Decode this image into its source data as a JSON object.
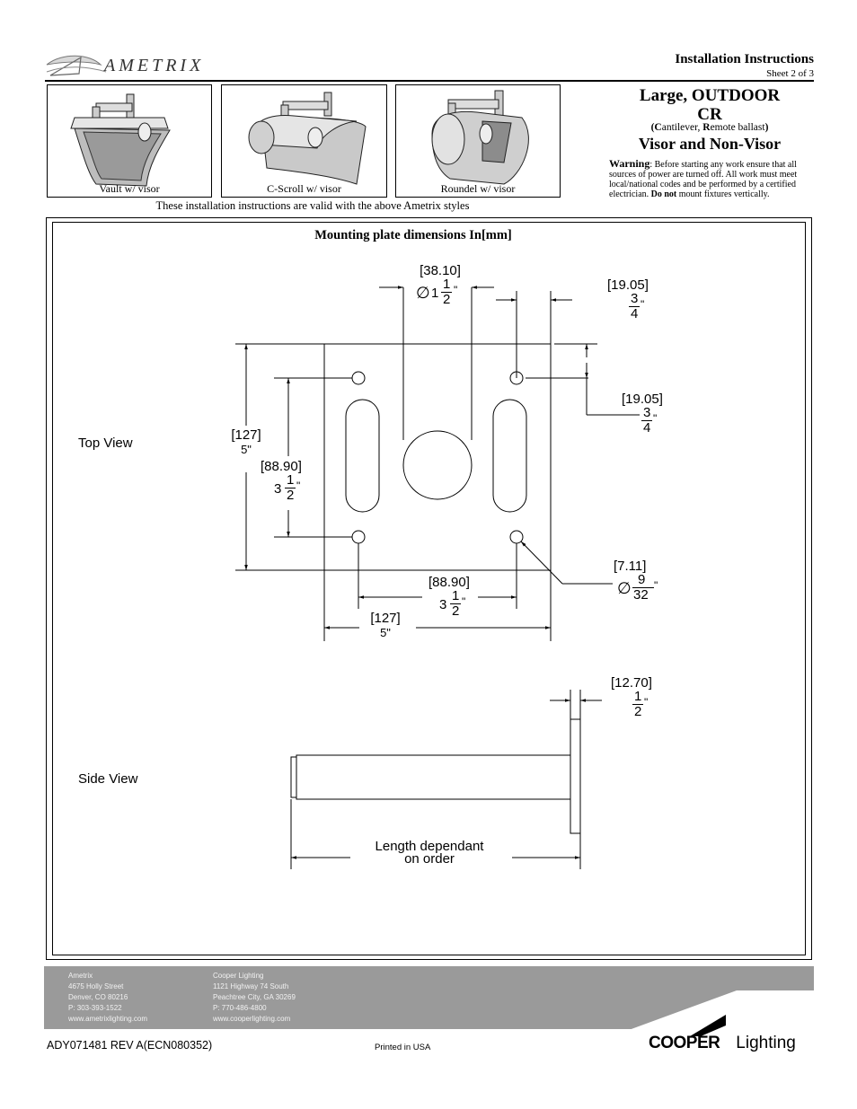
{
  "header": {
    "logo_text": "AMETRIX",
    "title": "Installation Instructions",
    "sheet": "Sheet 2 of 3"
  },
  "styles": [
    {
      "caption": "Vault w/ visor"
    },
    {
      "caption": "C-Scroll w/ visor"
    },
    {
      "caption": "Roundel w/ visor"
    }
  ],
  "valid_note": "These installation instructions are valid with the above Ametrix styles",
  "product": {
    "line1": "Large, OUTDOOR",
    "line2": "CR",
    "paren_open": "(",
    "c_letter": "C",
    "c_rest": "antilever, ",
    "r_letter": "R",
    "r_rest": "emote ballast",
    "paren_close": ")",
    "line4": "Visor and Non-Visor"
  },
  "warning": {
    "label": "Warning",
    "text": ":  Before starting any work ensure that all sources of power are turned off.  All work must meet local/national codes and be performed by a certified electrician. ",
    "emphasis": "Do not",
    "tail": " mount fixtures vertically."
  },
  "drawing": {
    "title": "Mounting plate dimensions  In[mm]",
    "top_view_label": "Top View",
    "side_view_label": "Side View",
    "dims": {
      "center_hole_mm": "[38.10]",
      "center_hole_in_whole": "1",
      "center_hole_in_num": "1",
      "center_hole_in_den": "2",
      "edge_offset_x_mm": "[19.05]",
      "edge_offset_x_num": "3",
      "edge_offset_x_den": "4",
      "edge_offset_y_mm": "[19.05]",
      "edge_offset_y_num": "3",
      "edge_offset_y_den": "4",
      "plate_height_mm": "[127]",
      "plate_height_in": "5\"",
      "hole_span_v_mm": "[88.90]",
      "hole_span_v_whole": "3",
      "hole_span_v_num": "1",
      "hole_span_v_den": "2",
      "bolt_hole_mm": "[7.11]",
      "bolt_hole_num": "9",
      "bolt_hole_den": "32",
      "hole_span_h_mm": "[88.90]",
      "hole_span_h_whole": "3",
      "hole_span_h_num": "1",
      "hole_span_h_den": "2",
      "plate_width_mm": "[127]",
      "plate_width_in": "5\"",
      "plate_thickness_mm": "[12.70]",
      "plate_thickness_num": "1",
      "plate_thickness_den": "2",
      "inch_mark": "\"",
      "diameter_symbol": "∅",
      "length_note_1": "Length dependant",
      "length_note_2": "on order"
    }
  },
  "footer": {
    "ametrix": [
      "Ametrix",
      "4675 Holly Street",
      "Denver, CO 80216",
      "P: 303-393-1522",
      "www.ametrixlighting.com"
    ],
    "cooper": [
      "Cooper Lighting",
      "1121 Highway 74 South",
      "Peachtree City, GA 30269",
      "P: 770-486-4800",
      "www.cooperlighting.com"
    ],
    "doc_number": "ADY071481  REV A(ECN080352)",
    "printed": "Printed in USA",
    "brand_bold": "COOPER",
    "brand_light": " Lighting"
  }
}
